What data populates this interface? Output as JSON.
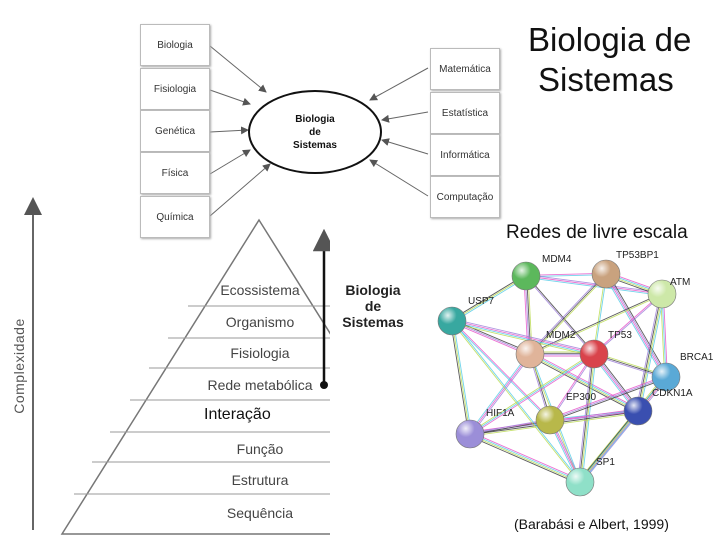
{
  "title": {
    "line1": "Biologia de",
    "line2": "Sistemas"
  },
  "disciplines_left": [
    "Biologia",
    "Fisiologia",
    "Genética",
    "Física",
    "Química"
  ],
  "disciplines_right": [
    "Matemática",
    "Estatística",
    "Informática",
    "Computação"
  ],
  "center": {
    "line1": "Biologia",
    "line2": "de",
    "line3": "Sistemas"
  },
  "pyramid": {
    "axis_label": "Complexidade",
    "levels": [
      "Ecossistema",
      "Organismo",
      "Fisiologia",
      "Rede metabólica",
      "Interação",
      "Função",
      "Estrutura",
      "Sequência"
    ],
    "arrow_label": {
      "line1": "Biologia",
      "line2": "de",
      "line3": "Sistemas"
    }
  },
  "network": {
    "title": "Redes de livre escala",
    "nodes": [
      "MDM4",
      "TP53BP1",
      "ATM",
      "USP7",
      "MDM2",
      "TP53",
      "BRCA1",
      "CDKN1A",
      "EP300",
      "HIF1A",
      "SP1"
    ],
    "citation": "(Barabási e Albert, 1999)",
    "colors": {
      "MDM4": "#5cb85c",
      "TP53BP1": "#c9a27e",
      "ATM": "#cde8a8",
      "USP7": "#38a8a0",
      "MDM2": "#e0b49a",
      "TP53": "#d9434b",
      "BRCA1": "#5aa9d6",
      "CDKN1A": "#3a4fb0",
      "EP300": "#b8b84a",
      "HIF1A": "#9b8ed8",
      "SP1": "#8fe0c8"
    }
  }
}
